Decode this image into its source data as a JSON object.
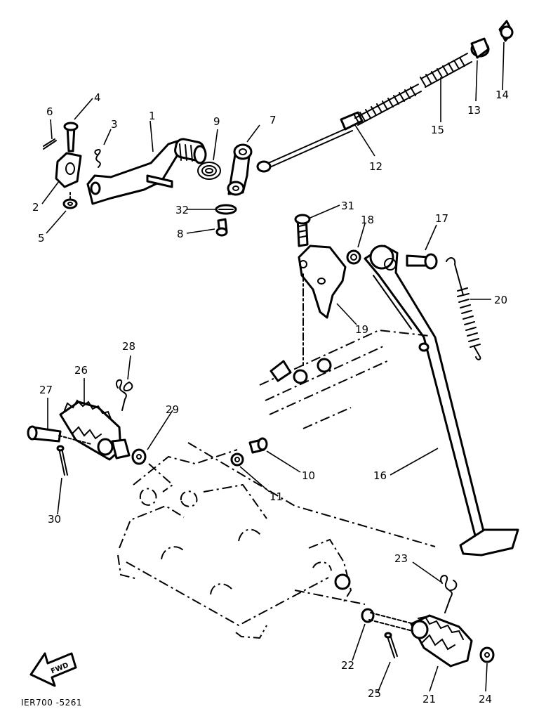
{
  "diagram": {
    "drawing_code": "IER700 -5261",
    "direction_label": "FWD",
    "parts": {
      "p1": "1",
      "p2": "2",
      "p3": "3",
      "p4": "4",
      "p5": "5",
      "p6": "6",
      "p7": "7",
      "p8": "8",
      "p9": "9",
      "p10": "10",
      "p11": "11",
      "p12": "12",
      "p13": "13",
      "p14": "14",
      "p15": "15",
      "p16": "16",
      "p17": "17",
      "p18": "18",
      "p19": "19",
      "p20": "20",
      "p21": "21",
      "p22": "22",
      "p23": "23",
      "p24": "24",
      "p25": "25",
      "p26": "26",
      "p27": "27",
      "p28": "28",
      "p29": "29",
      "p30": "30",
      "p31": "31",
      "p32": "32"
    }
  }
}
